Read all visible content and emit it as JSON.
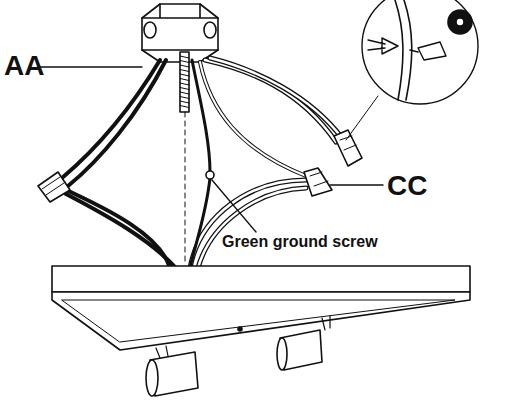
{
  "diagram": {
    "labels": [
      "AA",
      "CC",
      "Green ground screw"
    ]
  }
}
